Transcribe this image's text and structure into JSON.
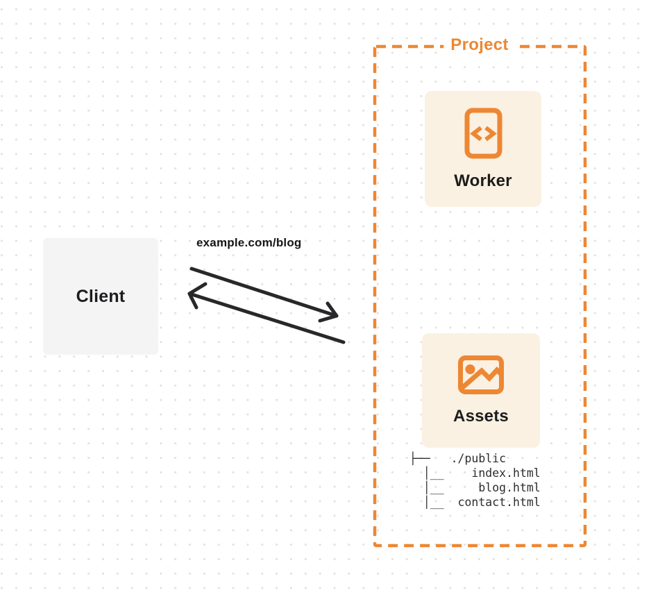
{
  "diagram": {
    "client": {
      "label": "Client"
    },
    "request_label": "example.com/blog",
    "project": {
      "label": "Project",
      "worker": {
        "label": "Worker",
        "icon": "code-icon"
      },
      "assets": {
        "label": "Assets",
        "icon": "image-icon"
      },
      "file_tree": [
        "├──   ./public",
        "  │__    index.html",
        "  │__     blog.html",
        "  │__  contact.html"
      ]
    },
    "colors": {
      "accent_orange": "#ed8733",
      "card_background": "#fbf1e2",
      "client_background": "#f4f4f5",
      "arrow": "#28282a",
      "text_dark": "#1c1c1e"
    }
  }
}
